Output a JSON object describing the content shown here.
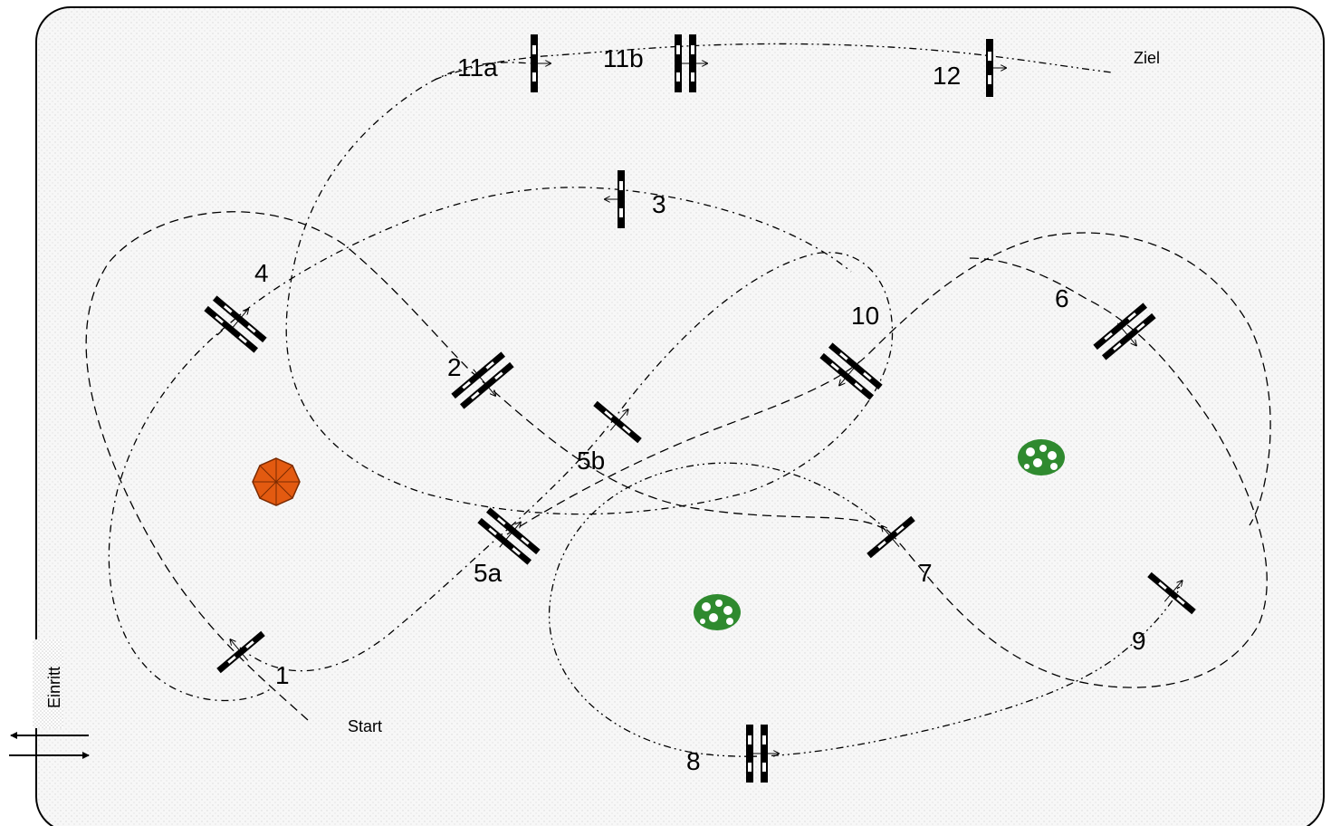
{
  "course": {
    "start_label": "Start",
    "finish_label": "Ziel",
    "entry_label": "Einritt",
    "colors": {
      "background": "#f4f4f4",
      "border": "#000000",
      "pavilion": "#e35a10",
      "bush": "#2f8a2f"
    },
    "obstacles": [
      {
        "id": "1",
        "label": "1"
      },
      {
        "id": "2",
        "label": "2"
      },
      {
        "id": "3",
        "label": "3"
      },
      {
        "id": "4",
        "label": "4"
      },
      {
        "id": "5a",
        "label": "5a"
      },
      {
        "id": "5b",
        "label": "5b"
      },
      {
        "id": "6",
        "label": "6"
      },
      {
        "id": "7",
        "label": "7"
      },
      {
        "id": "8",
        "label": "8"
      },
      {
        "id": "9",
        "label": "9"
      },
      {
        "id": "10",
        "label": "10"
      },
      {
        "id": "11a",
        "label": "11a"
      },
      {
        "id": "11b",
        "label": "11b"
      },
      {
        "id": "12",
        "label": "12"
      }
    ]
  }
}
